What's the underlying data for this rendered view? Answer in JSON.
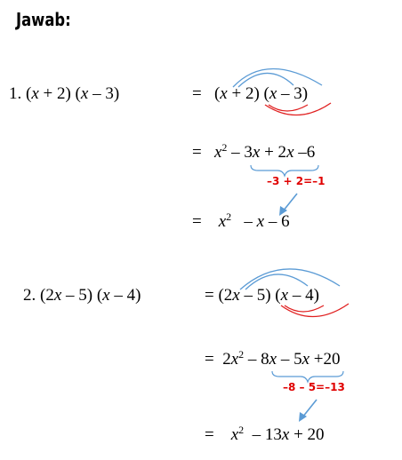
{
  "heading": "Jawab:",
  "problem1": {
    "number": "1.",
    "expr": "(x + 2) (x – 3)",
    "eq1": "= (x + 2) (x – 3)",
    "eq2": "= x² – 3x + 2x –6",
    "combine_note": "–3 + 2=–1",
    "eq3": "= x²  – x – 6"
  },
  "problem2": {
    "number": "2.",
    "expr": "(2x – 5) (x – 4)",
    "eq1": "= (2x – 5) (x – 4)",
    "eq2": "= 2x² – 8x – 5x +20",
    "combine_note": "–8 – 5=–13",
    "eq3": "= x²  – 13x + 20"
  },
  "colors": {
    "arc_top": "#5b9bd5",
    "arc_bottom": "#e02020",
    "note": "#e00000",
    "arrow": "#5b9bd5"
  }
}
